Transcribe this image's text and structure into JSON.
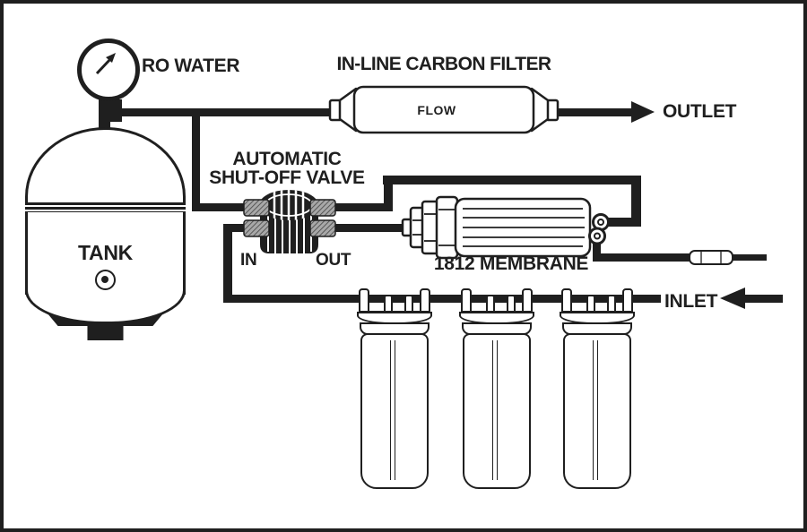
{
  "diagram": {
    "background": "#ffffff",
    "ink": "#1f1f1f",
    "gauge": {
      "label": "RO WATER"
    },
    "carbon_filter": {
      "title": "IN-LINE CARBON FILTER",
      "flow_text": "FLOW"
    },
    "outlet": {
      "label": "OUTLET"
    },
    "shutoff_valve": {
      "title_line1": "AUTOMATIC",
      "title_line2": "SHUT-OFF VALVE",
      "in_label": "IN",
      "out_label": "OUT"
    },
    "membrane": {
      "label": "1812 MEMBRANE"
    },
    "tank": {
      "label": "TANK"
    },
    "inlet": {
      "label": "INLET"
    },
    "prefilters": {
      "count": 3
    }
  }
}
